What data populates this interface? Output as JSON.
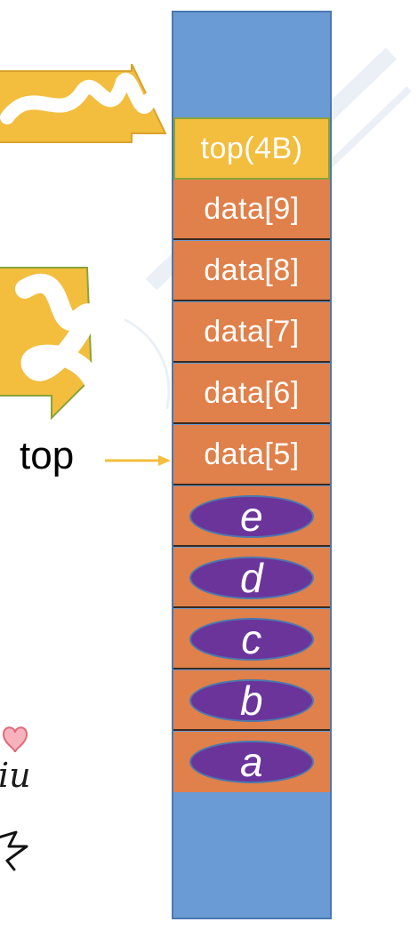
{
  "stack": {
    "top_cell": "top(4B)",
    "data_cells": [
      "data[9]",
      "data[8]",
      "data[7]",
      "data[6]",
      "data[5]"
    ],
    "elements": [
      "e",
      "d",
      "c",
      "b",
      "a"
    ]
  },
  "pointer": {
    "label": "top"
  },
  "scribble": {
    "text": "iu"
  },
  "colors": {
    "empty": "#6a9bd4",
    "top_cell": "#f3bd3d",
    "data_cell": "#e0804a",
    "element": "#6b349b",
    "arrow": "#f3bd3d"
  }
}
